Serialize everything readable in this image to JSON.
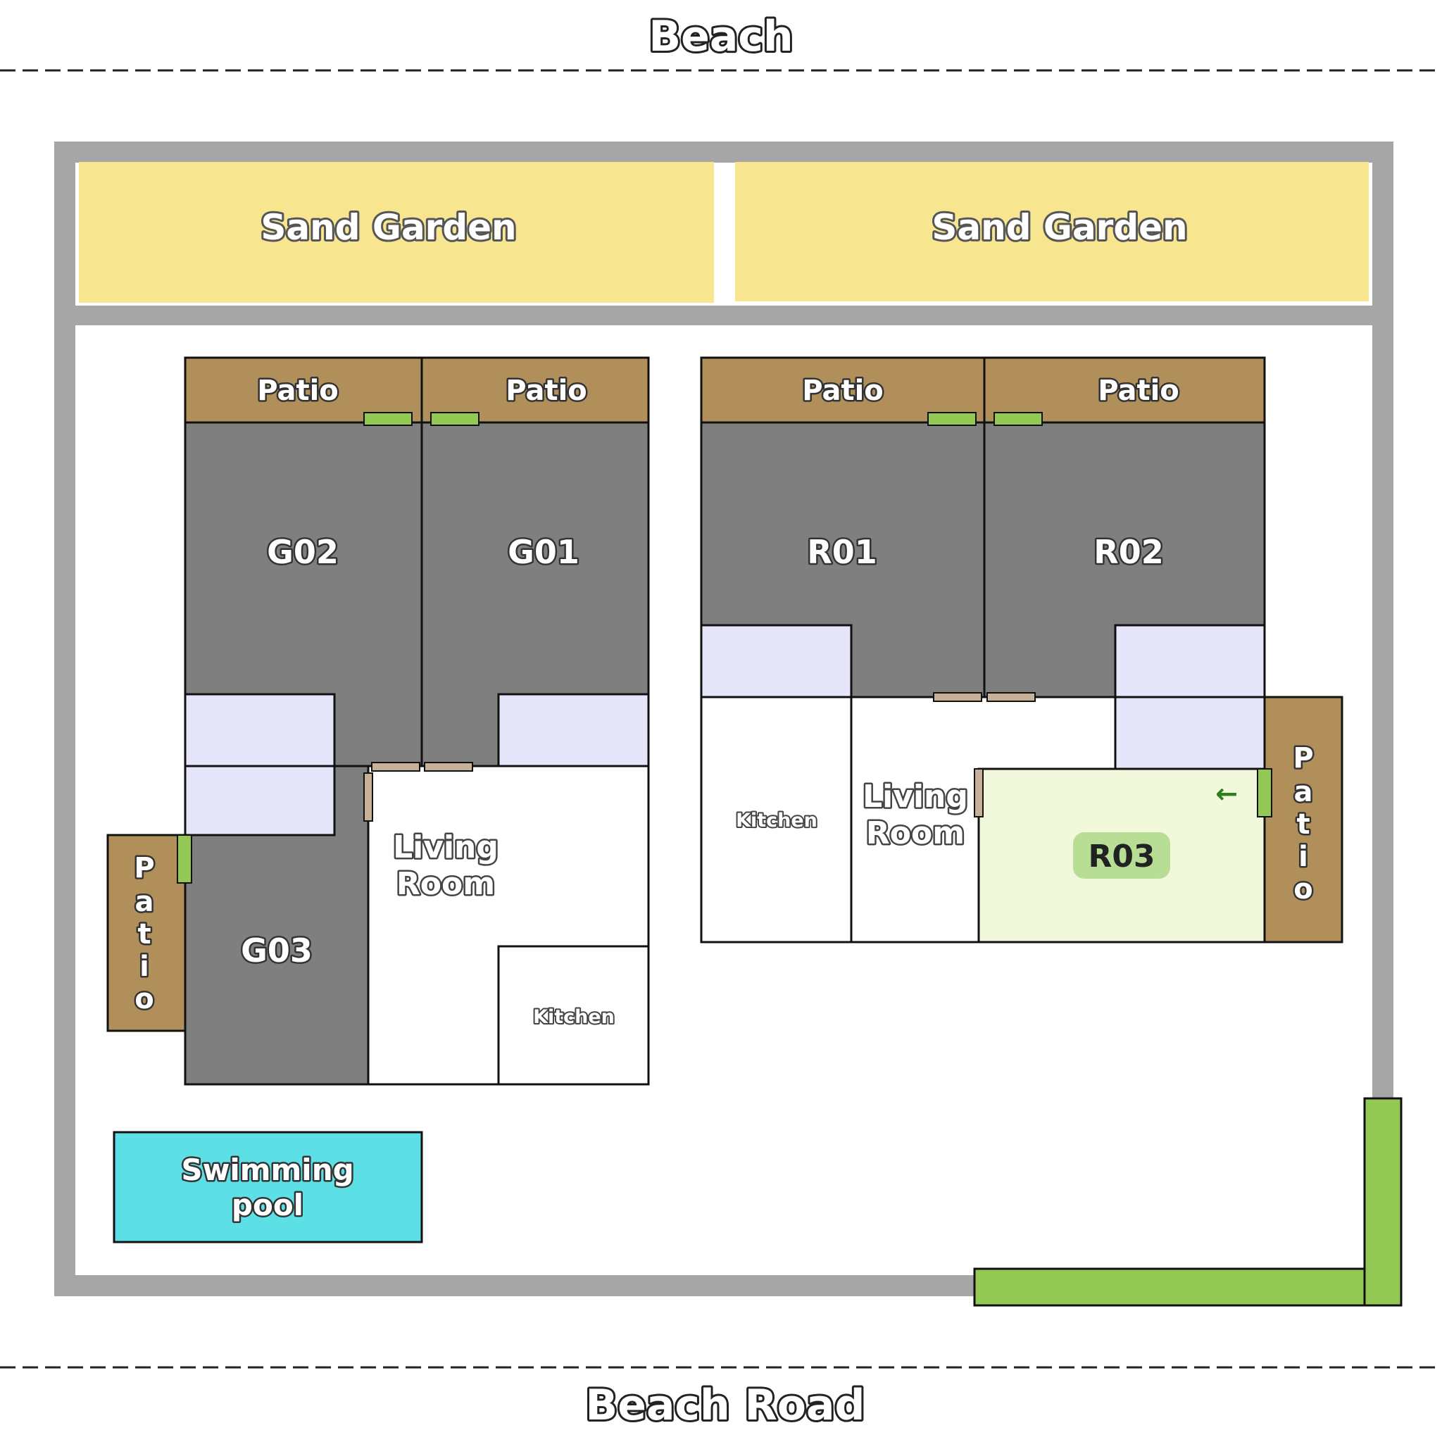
{
  "labels": {
    "beach": "Beach",
    "beach_road": "Beach Road",
    "sand_garden_left": "Sand Garden",
    "sand_garden_right": "Sand Garden",
    "patio": "Patio",
    "patio_vertical": [
      "P",
      "a",
      "t",
      "i",
      "o"
    ],
    "rooms": {
      "g01": "G01",
      "g02": "G02",
      "g03": "G03",
      "r01": "R01",
      "r02": "R02",
      "r03": "R03"
    },
    "living_room": [
      "Living",
      "Room"
    ],
    "kitchen": "Kitchen",
    "swimming_pool": [
      "Swimming",
      "pool"
    ],
    "arrow": "←"
  },
  "colors": {
    "wall": "#a6a6a6",
    "sand": "#f7e58f",
    "patio": "#b08f5a",
    "room": "#7f7f7f",
    "bath": "#e6e6fa",
    "door": "#92c853",
    "inner_door": "#c7b299",
    "highlight": "#f1f8dc",
    "highlight_badge": "#b8de95",
    "pool": "#5ce0e6",
    "arrow": "#2e7d1f"
  }
}
